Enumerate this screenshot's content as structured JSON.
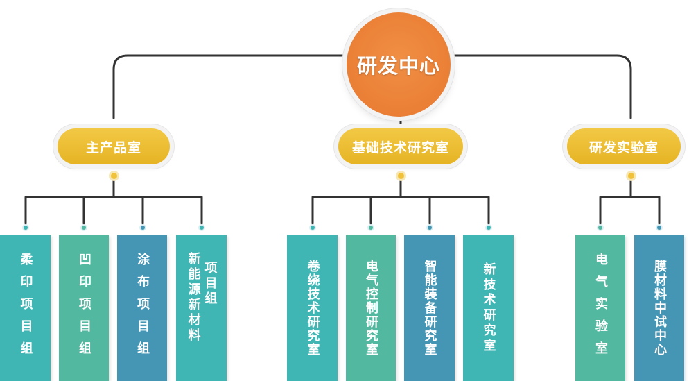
{
  "root": {
    "label": "研发中心"
  },
  "departments": [
    {
      "label": "主产品室",
      "teams": [
        {
          "label": "柔印项目组",
          "color": "#3fb5b4"
        },
        {
          "label": "凹印项目组",
          "color": "#52b8a0"
        },
        {
          "label": "涂布项目组",
          "color": "#4596b5"
        },
        {
          "label": "新能源新材料",
          "label2": "项目组",
          "color": "#3fb5b4"
        }
      ]
    },
    {
      "label": "基础技术研究室",
      "teams": [
        {
          "label": "卷绕技术研究室",
          "color": "#3fb5b4"
        },
        {
          "label": "电气控制研究室",
          "color": "#52b8a0"
        },
        {
          "label": "智能装备研究室",
          "color": "#4596b5"
        },
        {
          "label": "新技术研究室",
          "color": "#3fb5b4"
        }
      ]
    },
    {
      "label": "研发实验室",
      "teams": [
        {
          "label": "电气实验室",
          "color": "#52b8a0"
        },
        {
          "label": "膜材料中试中心",
          "color": "#4596b5"
        }
      ]
    }
  ],
  "colors": {
    "root": "#ea7f35",
    "department": "#e8b82c",
    "connector": "#333333"
  }
}
